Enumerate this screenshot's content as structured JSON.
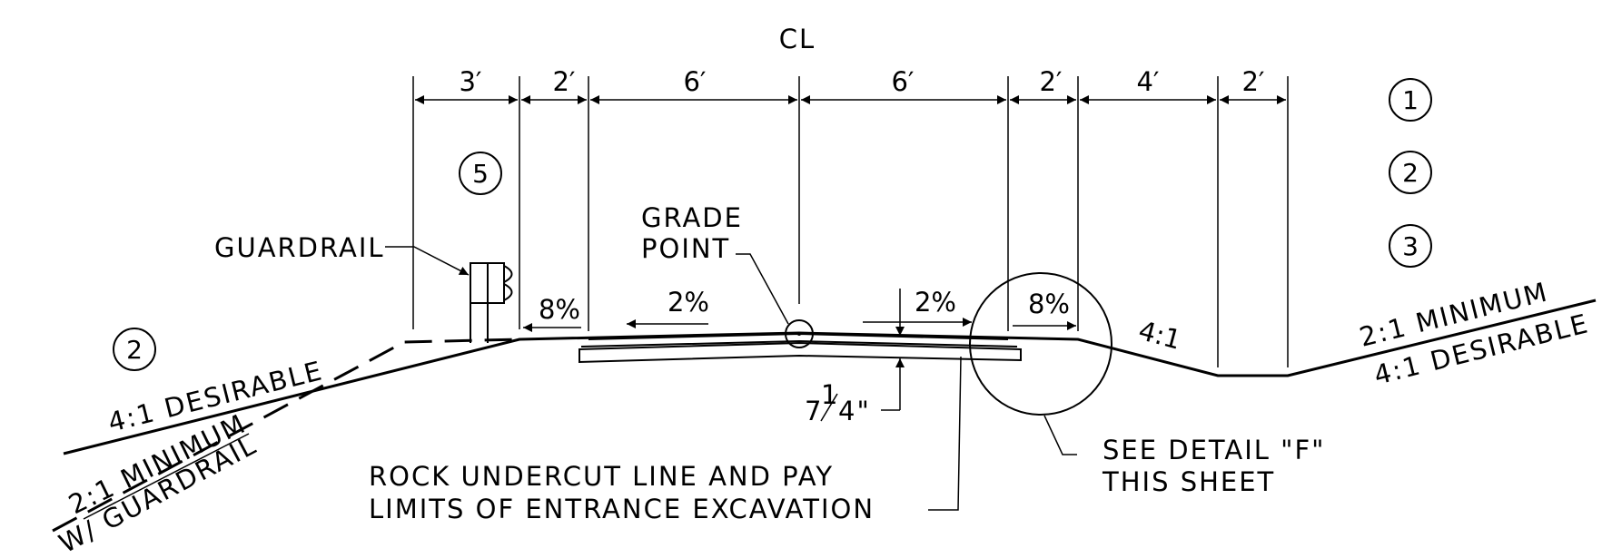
{
  "centerline": "CL",
  "dimensions": [
    "3′",
    "2′",
    "6′",
    "6′",
    "2′",
    "4′",
    "2′"
  ],
  "callouts": {
    "right_column": [
      "1",
      "2",
      "3"
    ],
    "above_left": "5",
    "left_slope": "2"
  },
  "labels": {
    "guardrail": "GUARDRAIL",
    "grade_point_1": "GRADE",
    "grade_point_2": "POINT",
    "depth_whole": "7",
    "depth_num": "1",
    "depth_den": "4\"",
    "rock_undercut_1": "ROCK UNDERCUT LINE AND PAY",
    "rock_undercut_2": "LIMITS OF ENTRANCE EXCAVATION",
    "see_detail_1": "SEE DETAIL \"F\"",
    "see_detail_2": "THIS SHEET"
  },
  "slopes": {
    "left_shoulder": "8%",
    "left_travel": "2%",
    "right_travel": "2%",
    "right_shoulder": "8%",
    "foreslope": "4:1",
    "left_desirable": "4:1 DESIRABLE",
    "left_minimum": "2:1 MINIMUM",
    "left_guardrail": "W/ GUARDRAIL",
    "right_minimum": "2:1 MINIMUM",
    "right_desirable": "4:1 DESIRABLE"
  }
}
